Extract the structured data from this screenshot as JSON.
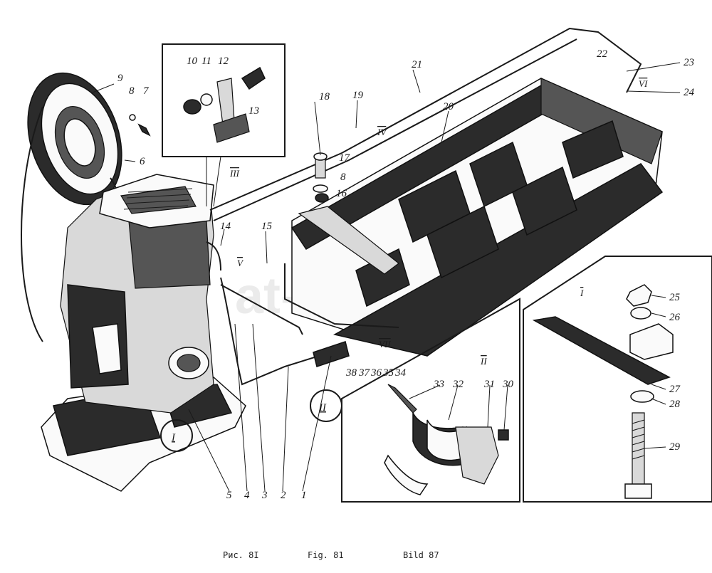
{
  "callouts": {
    "n1": "1",
    "n2": "2",
    "n3": "3",
    "n4": "4",
    "n5": "5",
    "n6": "6",
    "n7": "7",
    "n8a": "8",
    "n8b": "8",
    "n9": "9",
    "n10": "10",
    "n11": "11",
    "n12": "12",
    "n13": "13",
    "n14": "14",
    "n15": "15",
    "n16": "16",
    "n17": "17",
    "n18": "18",
    "n19": "19",
    "n20": "20",
    "n21": "21",
    "n22": "22",
    "n23": "23",
    "n24": "24",
    "n25": "25",
    "n26": "26",
    "n27": "27",
    "n28": "28",
    "n29": "29",
    "n30": "30",
    "n31": "31",
    "n32": "32",
    "n33": "33",
    "n34": "34",
    "n35": "35",
    "n36": "36",
    "n37": "37",
    "n38": "38"
  },
  "roman": {
    "iii": "III",
    "iv": "IV",
    "v": "V",
    "vi": "VI",
    "vii": "VII",
    "ii_detail": "II",
    "i_detail": "I"
  },
  "circles": {
    "c1": "I",
    "c2": "II"
  },
  "captions": {
    "ru": "Рис. 8I",
    "en": "Fig. 81",
    "de": "Bild 87"
  },
  "watermark": "at-co.ru"
}
